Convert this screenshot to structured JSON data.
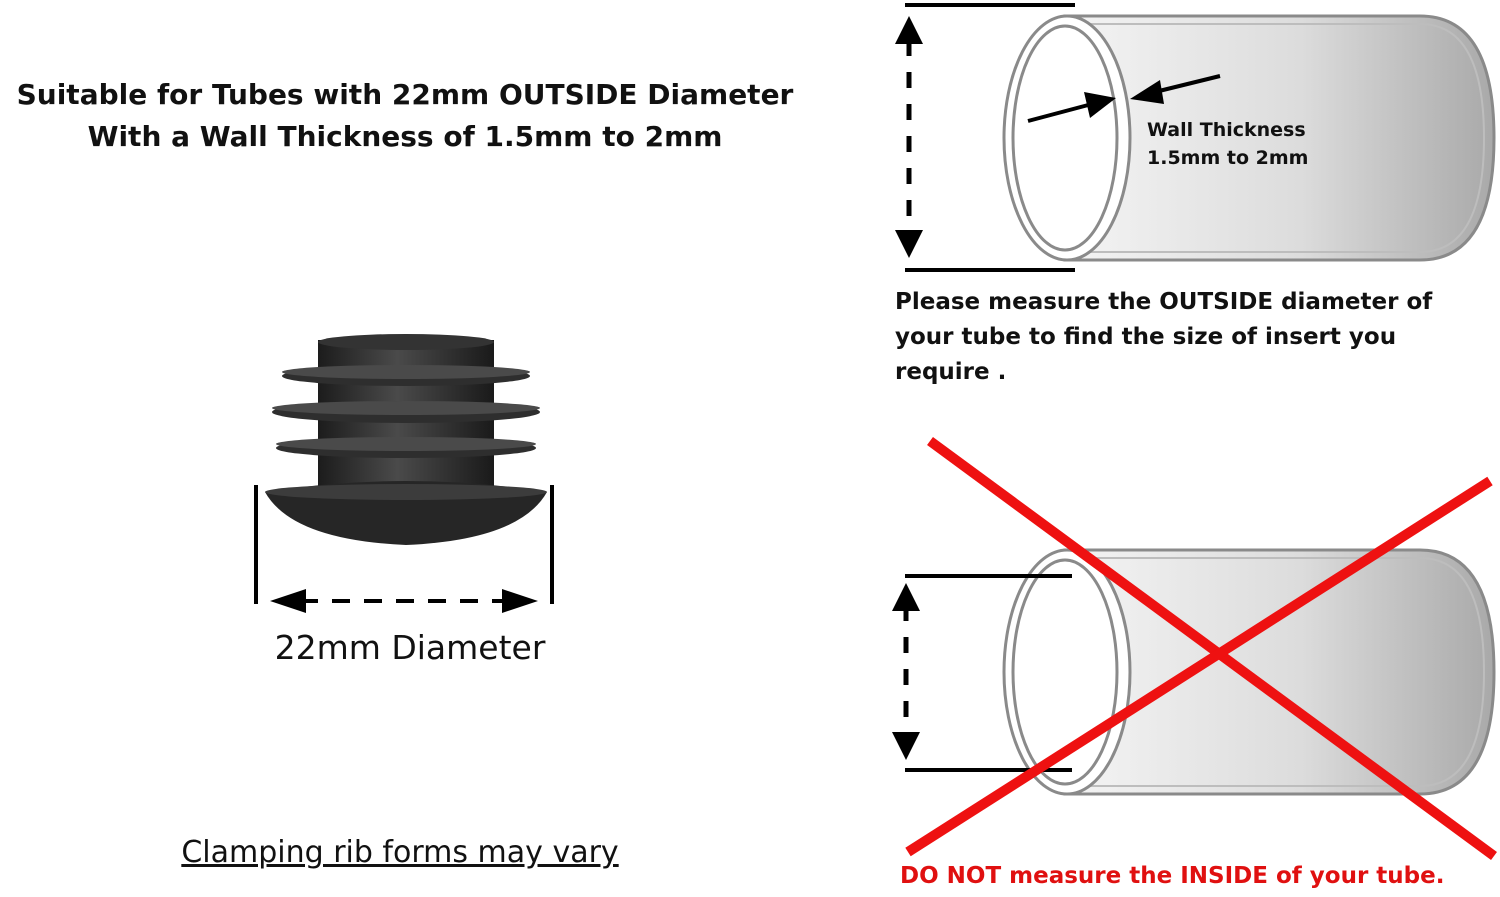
{
  "heading": {
    "line1": "Suitable for Tubes with 22mm OUTSIDE Diameter",
    "line2": "With a Wall Thickness of 1.5mm to 2mm"
  },
  "product": {
    "diameter_label": "22mm Diameter",
    "note": "Clamping rib forms may vary"
  },
  "outside_diagram": {
    "wall_label_line1": "Wall Thickness",
    "wall_label_line2": "1.5mm to 2mm",
    "instruction": "Please measure the OUTSIDE diameter of your tube to find the size of insert you require ."
  },
  "inside_diagram": {
    "warning": "DO NOT measure the INSIDE of your tube."
  },
  "colors": {
    "warning": "#e01010",
    "cross": "#ee1111",
    "insert": "#2b2b2b"
  }
}
